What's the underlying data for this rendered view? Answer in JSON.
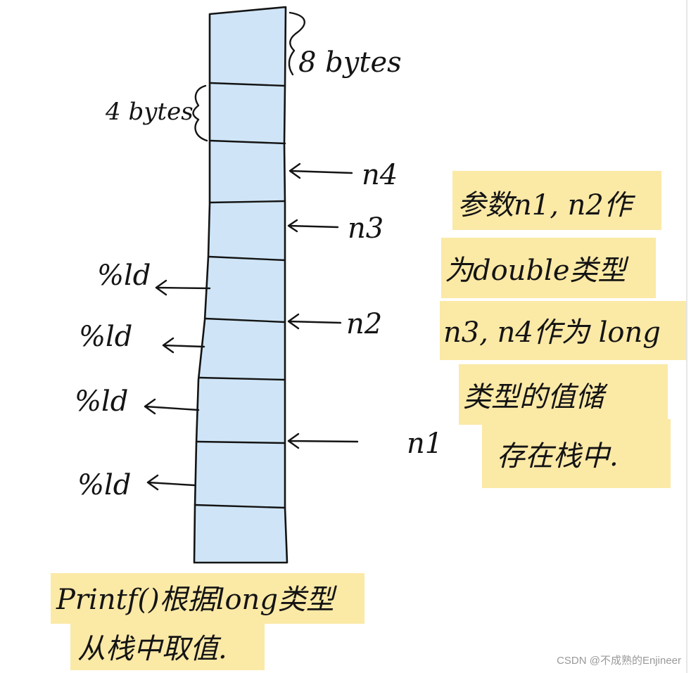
{
  "diagram": {
    "size_labels": {
      "top": "8 bytes",
      "left": "4 bytes"
    },
    "right_labels": [
      "n4",
      "n3",
      "n2",
      "n1"
    ],
    "left_labels": [
      "%ld",
      "%ld",
      "%ld",
      "%ld"
    ],
    "side_note": {
      "lines": [
        "参数n1, n2作",
        "为double类型",
        "n3, n4作为 long",
        "类型的值储",
        "存在栈中."
      ]
    },
    "bottom_note": {
      "lines": [
        "Printf()根据long类型",
        "从栈中取值."
      ]
    }
  },
  "watermark": "CSDN @不成熟的Enjineer"
}
